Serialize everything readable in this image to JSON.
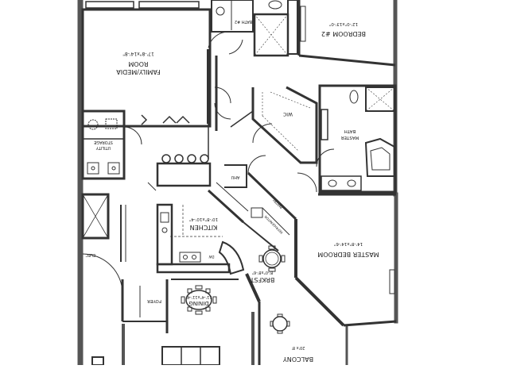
{
  "colors": {
    "ink": "#1a1a1a",
    "wall": "#555555",
    "paper": "#ffffff",
    "gray": "#8a8a8a"
  },
  "rooms": {
    "family_media": {
      "line1": "FAMILY/MEDIA",
      "line2": "ROOM",
      "dims": "17'-8\"x14'-8\""
    },
    "bedroom2": {
      "name": "BEDROOM #2",
      "dims": "12'-0\"x13'-0\""
    },
    "bath2": {
      "name": "BATH #2"
    },
    "wic": {
      "name": "WIC"
    },
    "master_bath": {
      "line1": "MASTER",
      "line2": "BATH"
    },
    "utility": {
      "line1": "UTILITY",
      "line2": "STORAGE"
    },
    "kitchen": {
      "name": "KITCHEN",
      "dims": "10'-8\"x10'-4\""
    },
    "master_bedroom": {
      "name": "MASTER BEDROOM",
      "dims": "14'-8\"x14'-6\""
    },
    "brkfst": {
      "name": "BRKFST",
      "dims": "8'-0\"x8'-6\""
    },
    "dining": {
      "line1": "DINING",
      "line2": "11'-4\"x11'-4\""
    },
    "foyer": {
      "name": "FOYER"
    },
    "balcony": {
      "name": "BALCONY",
      "dims": "20'x 8'"
    }
  },
  "fixtures": {
    "ahu": "AHU",
    "pantry": "PANTRY",
    "refrigerator": "REFRIGERATOR",
    "elec": "ELEC",
    "dw": "DW"
  }
}
